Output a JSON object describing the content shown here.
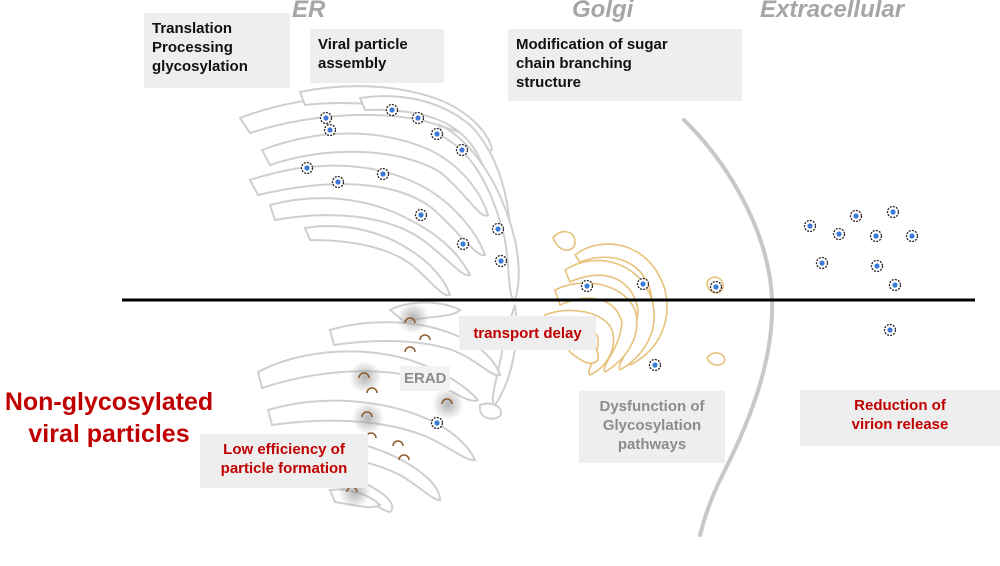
{
  "headers": {
    "er": "ER",
    "golgi": "Golgi",
    "extracellular": "Extracellular"
  },
  "boxes": {
    "translation_lines": [
      "Translation",
      "Processing",
      "glycosylation"
    ],
    "assembly_lines": [
      "Viral particle",
      "assembly"
    ],
    "modification_lines": [
      "Modification of sugar",
      "chain branching",
      "structure"
    ],
    "transport_delay": "transport delay",
    "erad": "ERAD",
    "low_efficiency_lines": [
      "Low efficiency of",
      "particle formation"
    ],
    "dysfunction_lines": [
      "Dysfunction of",
      "Glycosylation",
      "pathways"
    ],
    "reduction_lines": [
      "Reduction of",
      "virion release"
    ]
  },
  "side_label_lines": [
    "Non-glycosylated",
    "viral particles"
  ],
  "colors": {
    "accent_red": "#c00000",
    "header_gray": "#a6a6a6",
    "golgi_tan": "#e6c27a",
    "box_bg": "#eeeeee",
    "divider": "#000000"
  },
  "icons": {
    "virion": "glycosylated-virion-icon",
    "defective": "non-glycosylated-particle-icon",
    "membrane": "cell-membrane-icon"
  }
}
